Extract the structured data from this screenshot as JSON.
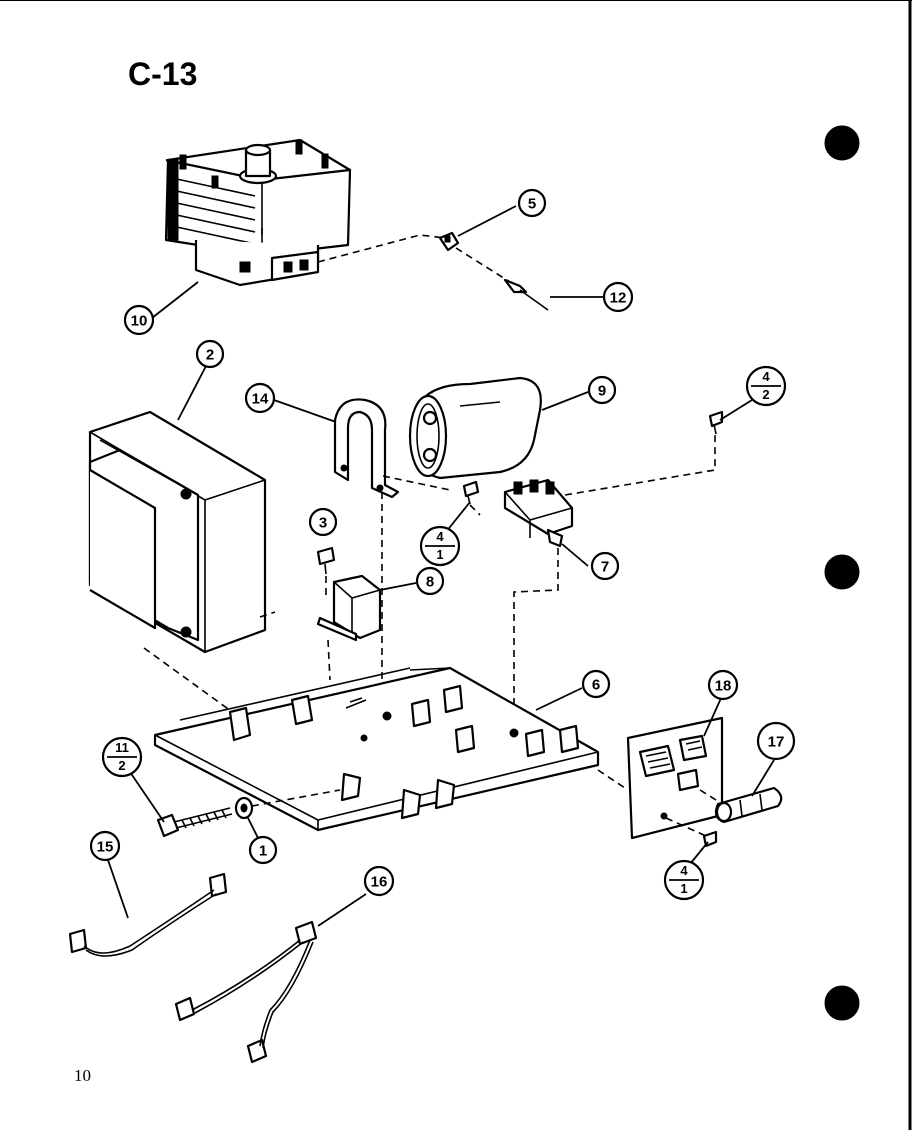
{
  "page": {
    "title": "C-13",
    "page_number": "10"
  },
  "callouts": [
    {
      "id": "c5",
      "type": "single",
      "label": "5"
    },
    {
      "id": "c12",
      "type": "single",
      "label": "12"
    },
    {
      "id": "c10",
      "type": "single",
      "label": "10"
    },
    {
      "id": "c2",
      "type": "single",
      "label": "2"
    },
    {
      "id": "c14",
      "type": "single",
      "label": "14"
    },
    {
      "id": "c9",
      "type": "single",
      "label": "9"
    },
    {
      "id": "c4_2",
      "type": "fraction",
      "top": "4",
      "bottom": "2"
    },
    {
      "id": "c3",
      "type": "single",
      "label": "3"
    },
    {
      "id": "c4_1a",
      "type": "fraction",
      "top": "4",
      "bottom": "1"
    },
    {
      "id": "c8",
      "type": "single",
      "label": "8"
    },
    {
      "id": "c7",
      "type": "single",
      "label": "7"
    },
    {
      "id": "c6",
      "type": "single",
      "label": "6"
    },
    {
      "id": "c18",
      "type": "single",
      "label": "18"
    },
    {
      "id": "c17",
      "type": "single",
      "label": "17"
    },
    {
      "id": "c11_2",
      "type": "fraction",
      "top": "11",
      "bottom": "2"
    },
    {
      "id": "c1",
      "type": "single",
      "label": "1"
    },
    {
      "id": "c15",
      "type": "single",
      "label": "15"
    },
    {
      "id": "c16",
      "type": "single",
      "label": "16"
    },
    {
      "id": "c4_1b",
      "type": "fraction",
      "top": "4",
      "bottom": "1"
    }
  ]
}
